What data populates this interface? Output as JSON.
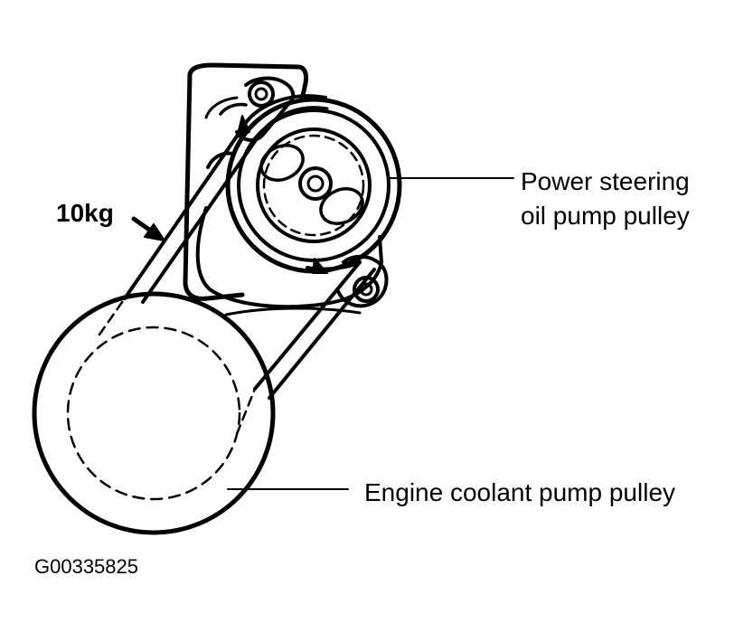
{
  "labels": {
    "power_steering_line1": "Power steering",
    "power_steering_line2": "oil pump pulley",
    "coolant_pump": "Engine coolant pump pulley",
    "force": "10kg",
    "figure_id": "G00335825"
  },
  "colors": {
    "ink": "#000000",
    "background": "#ffffff"
  }
}
